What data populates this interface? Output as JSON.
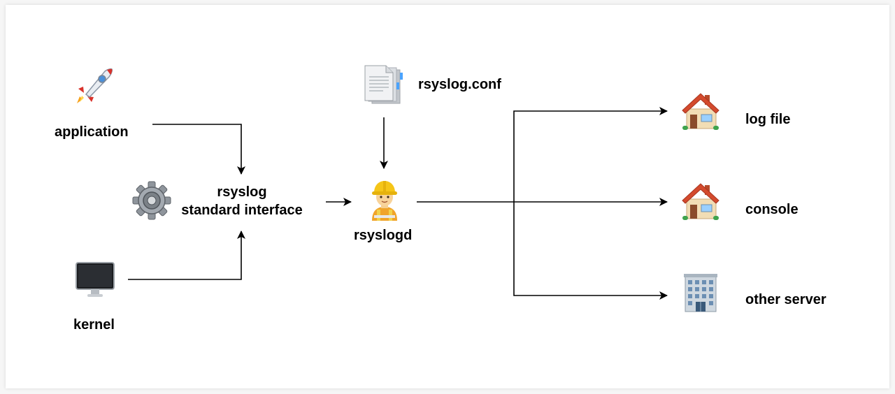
{
  "nodes": {
    "application": {
      "label": "application",
      "icon": "rocket-icon"
    },
    "kernel": {
      "label": "kernel",
      "icon": "computer-icon"
    },
    "interface": {
      "label_line1": "rsyslog",
      "label_line2": "standard interface",
      "icon": "gear-icon"
    },
    "config": {
      "label": "rsyslog.conf",
      "icon": "document-icon"
    },
    "daemon": {
      "label": "rsyslogd",
      "icon": "worker-icon"
    },
    "log_file": {
      "label": "log file",
      "icon": "house-icon"
    },
    "console": {
      "label": "console",
      "icon": "house-icon"
    },
    "other_server": {
      "label": "other server",
      "icon": "office-building-icon"
    }
  },
  "colors": {
    "line": "#000000",
    "background": "#ffffff"
  }
}
